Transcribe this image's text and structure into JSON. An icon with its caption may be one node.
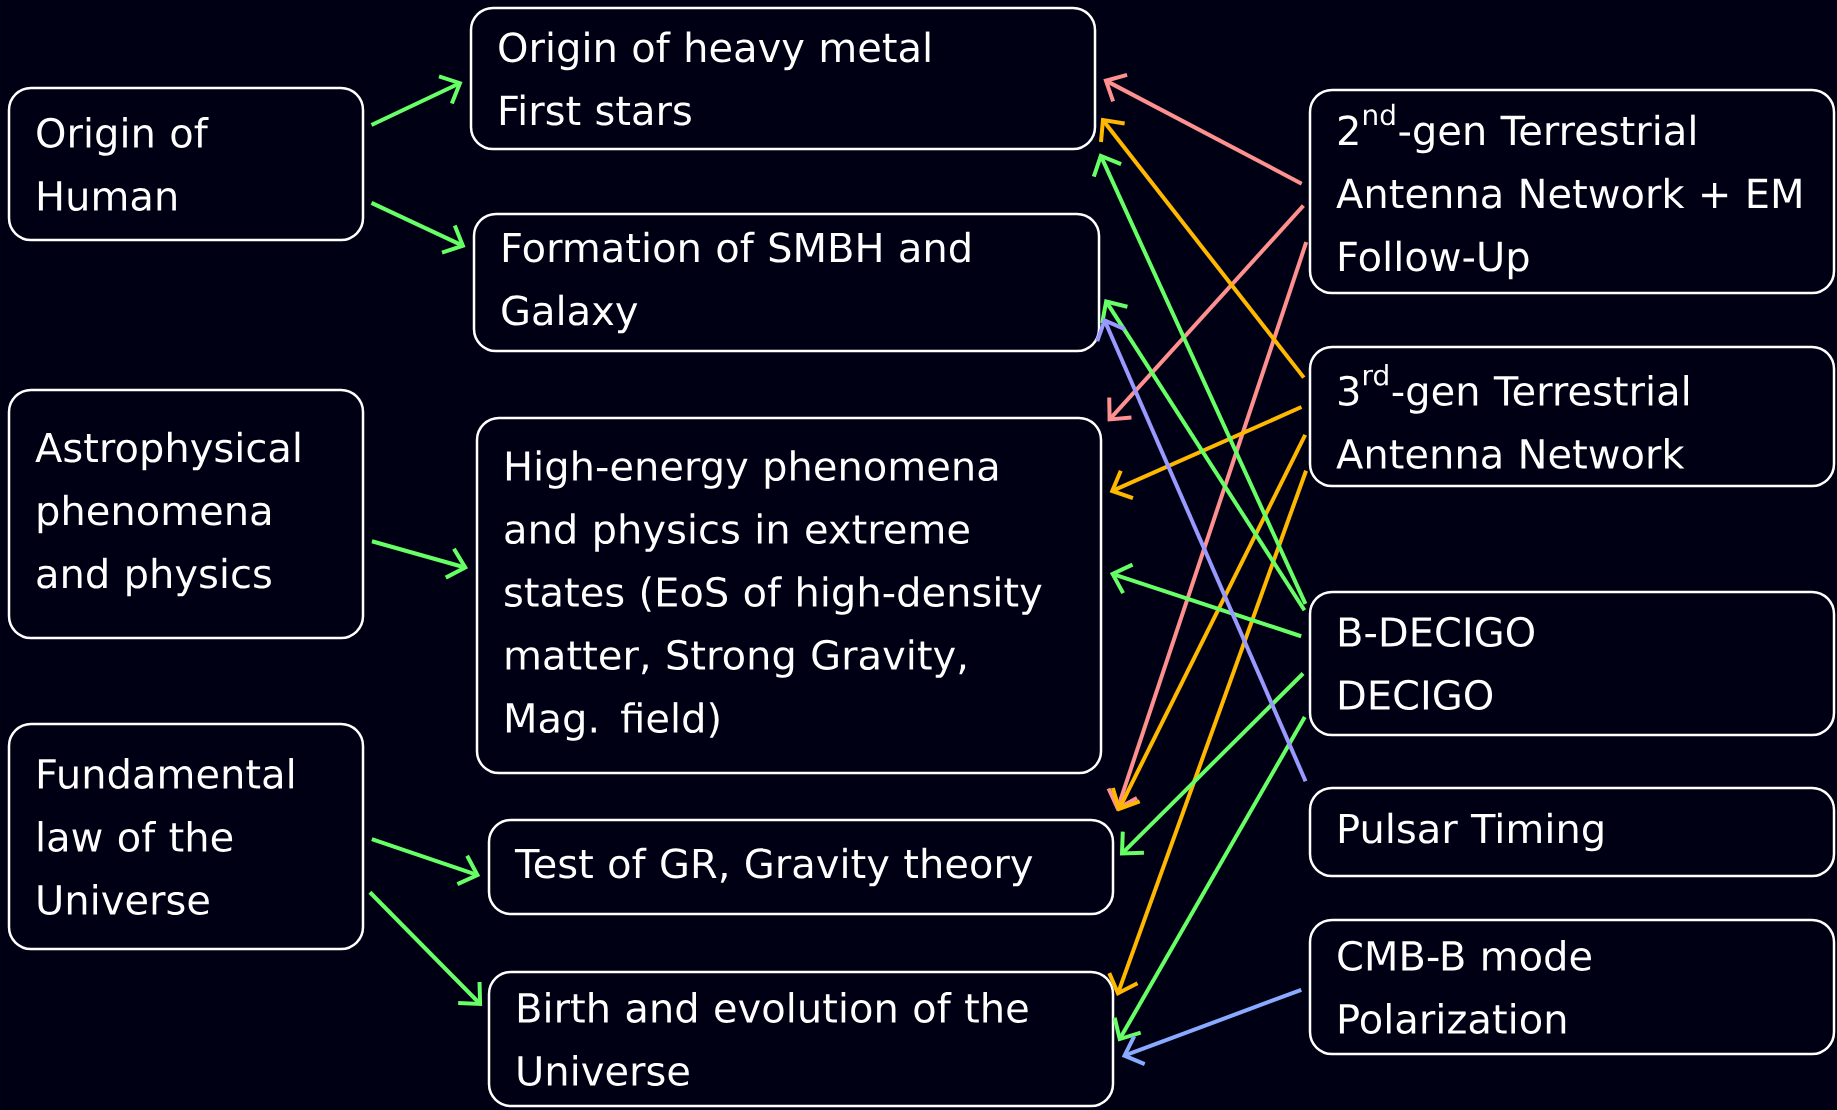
{
  "diagram": {
    "nodes": [
      {
        "text": [
          "Origin of Human"
        ]
      },
      {
        "text": [
          "Astrophysical phenomena and physics"
        ]
      },
      {
        "text": [
          "Fundamental law of the Universe"
        ]
      },
      {
        "text": [
          "Origin of heavy metal",
          "First stars"
        ]
      },
      {
        "text": [
          "Formation of SMBH and Galaxy"
        ]
      },
      {
        "text": [
          "High-energy phenomena and physics in extreme states (EoS of high-density matter, Strong Gravity, Mag. field)"
        ]
      },
      {
        "text": [
          "Test of GR, Gravity theory"
        ]
      },
      {
        "text": [
          "Birth and evolution of the Universe"
        ]
      },
      {
        "text": [
          "\\text{2}^{\\text{nd}}\\text{-gen Terrestrial}",
          "Antenna Network + EM Follow-Up"
        ]
      },
      {
        "text": [
          "\\text{3}^{\\text{rd}}\\text{-gen Terrestrial}",
          "Antenna Network"
        ]
      },
      {
        "text": [
          "B-DECIGO",
          "DECIGO"
        ]
      },
      {
        "text": [
          "Pulsar Timing"
        ]
      },
      {
        "text": [
          "CMB-B mode Polarization"
        ]
      }
    ],
    "edges": [
      {
        "from": 0,
        "to": 3,
        "arrow": "to"
      },
      {
        "from": 0,
        "to": 4,
        "arrow": "to"
      },
      {
        "from": 1,
        "to": 5,
        "arrow": "to"
      },
      {
        "from": 2,
        "to": 6,
        "arrow": "to"
      },
      {
        "from": 2,
        "to": 7,
        "arrow": "to"
      },
      {
        "from": 8,
        "to": 3,
        "arrow": "to",
        "color": "#ff9090"
      },
      {
        "from": 8,
        "to": 5,
        "arrow": "to",
        "color": "#ff9090"
      },
      {
        "from": 8,
        "to": 6,
        "arrow": "to",
        "color": "#ff9090"
      },
      {
        "from": 9,
        "to": 3,
        "arrow": "to",
        "color": "#ffb800"
      },
      {
        "from": 9,
        "to": 5,
        "arrow": "to",
        "color": "#ffb800"
      },
      {
        "from": 9,
        "to": 6,
        "arrow": "to",
        "color": "#ffb800"
      },
      {
        "from": 9,
        "to": 7,
        "arrow": "to",
        "color": "#ffb800"
      },
      {
        "from": 10,
        "to": 3,
        "arrow": "to"
      },
      {
        "from": 10,
        "to": 4,
        "arrow": "to"
      },
      {
        "from": 10,
        "to": 5,
        "arrow": "to"
      },
      {
        "from": 10,
        "to": 6,
        "arrow": "to"
      },
      {
        "from": 10,
        "to": 7,
        "arrow": "to"
      },
      {
        "from": 11,
        "to": 4,
        "arrow": "to",
        "color": "#9999ff"
      },
      {
        "from": 12,
        "to": 7,
        "arrow": "to",
        "color": "#88aaff"
      }
    ]
  }
}
